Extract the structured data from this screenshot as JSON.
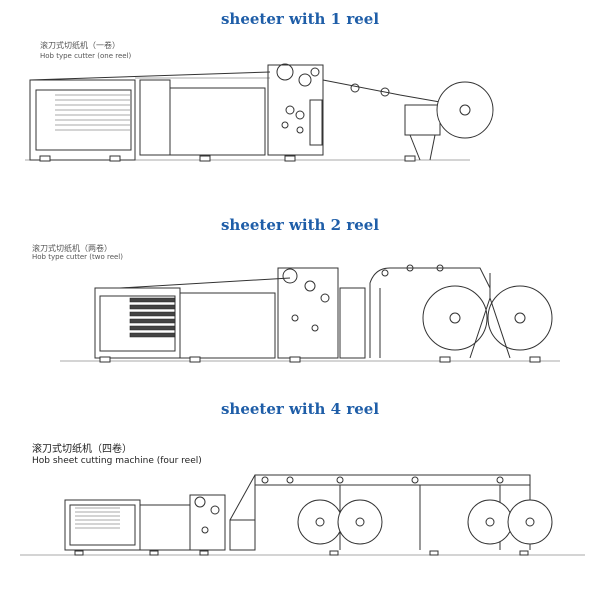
{
  "sections": [
    {
      "heading": "sheeter with 1 reel",
      "label_cn": "滚刀式切纸机（一卷）",
      "label_en": "Hob type cutter  (one reel)"
    },
    {
      "heading": "sheeter with 2 reel",
      "label_cn": "滚刀式切纸机（两卷）",
      "label_en": "Hob type cutter  (two reel)"
    },
    {
      "heading": "sheeter with 4 reel",
      "label_cn": "滚刀式切纸机（四卷）",
      "label_en": "Hob sheet cutting machine  (four reel)"
    }
  ],
  "colors": {
    "heading": "#1f5ea8",
    "line": "#333333"
  }
}
